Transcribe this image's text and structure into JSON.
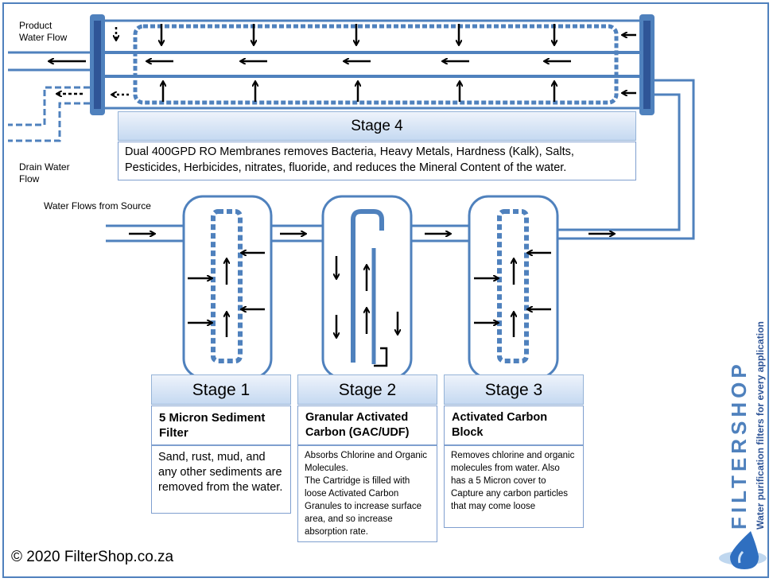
{
  "labels": {
    "product_flow": "Product\nWater Flow",
    "drain_flow": "Drain Water\nFlow",
    "source_flow": "Water Flows from Source"
  },
  "stage4": {
    "title": "Stage 4",
    "description": "Dual 400GPD RO Membranes removes Bacteria, Heavy Metals, Hardness (Kalk), Salts, Pesticides, Herbicides, nitrates, fluoride, and reduces the Mineral Content of the water."
  },
  "stages": [
    {
      "title": "Stage 1",
      "name": "5 Micron Sediment Filter",
      "description": "Sand, rust, mud, and any other sediments are removed from the water."
    },
    {
      "title": "Stage 2",
      "name": "Granular Activated Carbon (GAC/UDF)",
      "description": "Absorbs Chlorine and Organic Molecules.\nThe Cartridge is filled with loose Activated Carbon Granules to increase surface area, and so increase absorption rate."
    },
    {
      "title": "Stage 3",
      "name": "Activated Carbon Block",
      "description": "Removes chlorine and organic molecules from water. Also has a 5 Micron cover to Capture any carbon particles that may come loose"
    }
  ],
  "copyright": "© 2020 FilterShop.co.za",
  "brand": {
    "logo_text": "FILTERSHOP",
    "tagline": "Water purification filters for every application"
  },
  "colors": {
    "pipe": "#4f81bd",
    "dark_blue": "#2f5597",
    "header_light": "#eef3fb",
    "header_dark": "#c5d9f1"
  }
}
